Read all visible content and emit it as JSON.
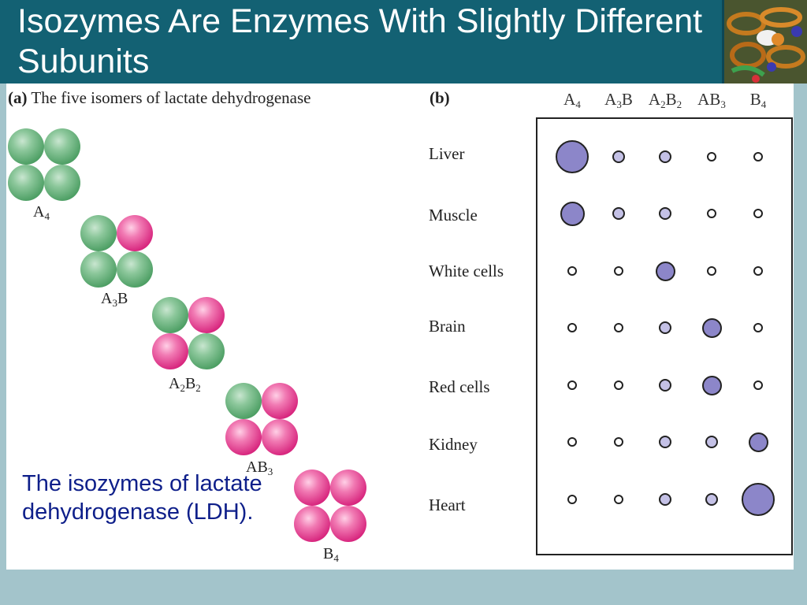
{
  "slide": {
    "title": "Isozymes Are Enzymes With Slightly Different Subunits",
    "caption": "The isozymes of lactate dehydrogenase (LDH).",
    "colors": {
      "header": "#136173",
      "background": "#a3c4cb",
      "subunit_A": "#4c9e63",
      "subunit_B": "#d7247d",
      "dot_fill": "#8c86c9",
      "caption": "#0e1f8a"
    }
  },
  "panel_a": {
    "label_bold": "(a)",
    "label_text": " The five isomers of lactate dehydrogenase",
    "isomers": [
      {
        "label": "A",
        "sub": "4",
        "label2": "",
        "sub2": "",
        "subunits": [
          "A",
          "A",
          "A",
          "A"
        ]
      },
      {
        "label": "A",
        "sub": "3",
        "label2": "B",
        "sub2": "",
        "subunits": [
          "A",
          "B",
          "A",
          "A"
        ]
      },
      {
        "label": "A",
        "sub": "2",
        "label2": "B",
        "sub2": "2",
        "subunits": [
          "A",
          "B",
          "B",
          "A"
        ]
      },
      {
        "label": "AB",
        "sub": "3",
        "label2": "",
        "sub2": "",
        "subunits": [
          "A",
          "B",
          "B",
          "B"
        ]
      },
      {
        "label": "B",
        "sub": "4",
        "label2": "",
        "sub2": "",
        "subunits": [
          "B",
          "B",
          "B",
          "B"
        ]
      }
    ]
  },
  "panel_b": {
    "label": "(b)",
    "columns": [
      {
        "label": "A",
        "sub": "4",
        "label2": "",
        "sub2": ""
      },
      {
        "label": "A",
        "sub": "3",
        "label2": "B",
        "sub2": ""
      },
      {
        "label": "A",
        "sub": "2",
        "label2": "B",
        "sub2": "2"
      },
      {
        "label": "AB",
        "sub": "3",
        "label2": "",
        "sub2": ""
      },
      {
        "label": "B",
        "sub": "4",
        "label2": "",
        "sub2": ""
      }
    ],
    "rows": [
      {
        "tissue": "Liver",
        "levels": [
          5,
          2,
          2,
          1,
          1
        ]
      },
      {
        "tissue": "Muscle",
        "levels": [
          4,
          2,
          2,
          1,
          1
        ]
      },
      {
        "tissue": "White cells",
        "levels": [
          1,
          1,
          3,
          1,
          1
        ]
      },
      {
        "tissue": "Brain",
        "levels": [
          1,
          1,
          2,
          3,
          1
        ]
      },
      {
        "tissue": "Red cells",
        "levels": [
          1,
          1,
          2,
          3,
          1
        ]
      },
      {
        "tissue": "Kidney",
        "levels": [
          1,
          1,
          2,
          2,
          3
        ]
      },
      {
        "tissue": "Heart",
        "levels": [
          1,
          1,
          2,
          2,
          5
        ]
      }
    ]
  }
}
